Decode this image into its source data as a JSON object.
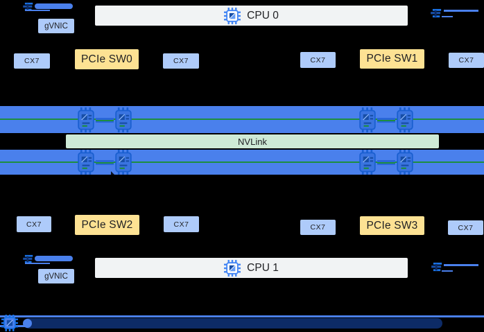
{
  "labels": {
    "cpu0": "CPU 0",
    "cpu1": "CPU 1",
    "gvnic": "gVNIC",
    "cx7": "CX7",
    "nvlink": "NVLink",
    "pcie_switches": [
      "PCIe SW0",
      "PCIe SW1",
      "PCIe SW2",
      "PCIe SW3"
    ]
  },
  "colors": {
    "background": "#000000",
    "gpu_band_blue": "#4a80ec",
    "nic_box_light_blue": "#aecbfa",
    "pcie_switch_yellow": "#fde293",
    "cpu_box_grey": "#f1f3f4",
    "nvlink_bar_green": "#ceead6",
    "nvlink_line_green": "#1e8e3e",
    "icon_blue": "#1a73e8",
    "icon_dark_blue": "#174ea6",
    "bottom_bar_navy": "#0d2b66",
    "text_dark": "#202124"
  },
  "icons": {
    "cpu_chip": "cpu-chip-icon",
    "gpu_chip": "gpu-chip-icon",
    "nic_port": "nic-port-icon",
    "network_chip": "network-chip-icon"
  }
}
